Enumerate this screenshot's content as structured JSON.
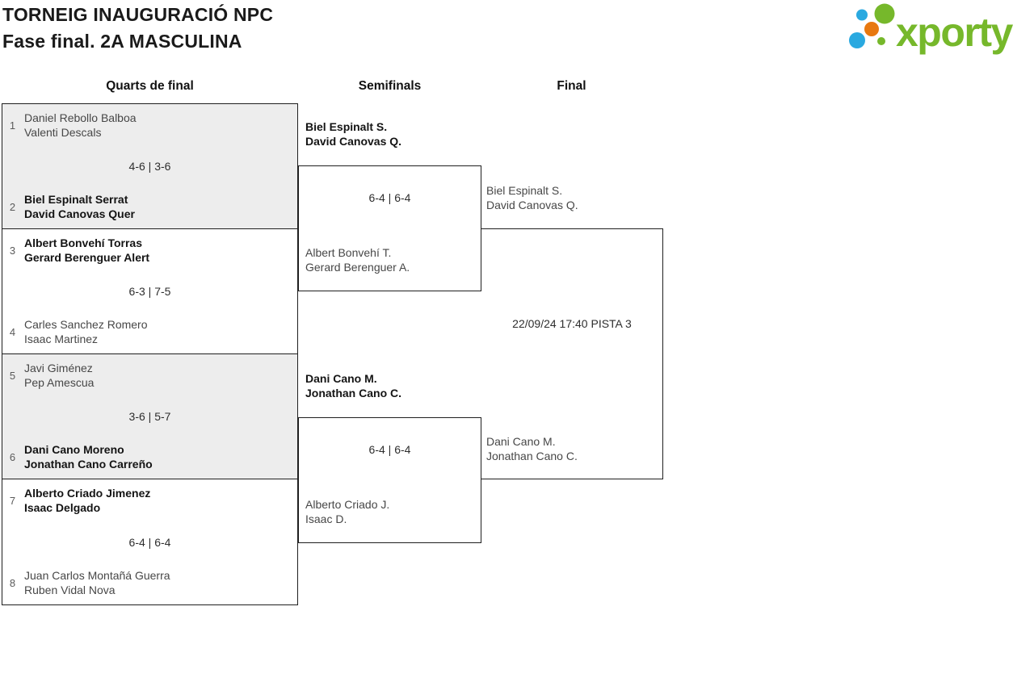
{
  "header": {
    "title_line1": "TORNEIG INAUGURACIÓ NPC",
    "title_line2": "Fase final. 2A MASCULINA",
    "logo": {
      "wordmark": "xporty"
    }
  },
  "round_headers": {
    "quarterfinals": "Quarts de final",
    "semifinals": "Semifinals",
    "final": "Final"
  },
  "colors": {
    "logo_green": "#76b82b",
    "logo_blue": "#2aa9e0",
    "logo_orange": "#e8790f",
    "box_border": "#1f1f1f",
    "shaded_box_bg": "#ededed",
    "winner_text": "#141414",
    "regular_text": "#474747"
  },
  "bracket": {
    "quarterfinals": [
      {
        "seed_top": "1",
        "team_top": {
          "p1": "Daniel Rebollo Balboa",
          "p2": "Valenti Descals",
          "winner": false
        },
        "score": "4-6 | 3-6",
        "seed_bottom": "2",
        "team_bottom": {
          "p1": "Biel Espinalt Serrat",
          "p2": "David Canovas Quer",
          "winner": true
        }
      },
      {
        "seed_top": "3",
        "team_top": {
          "p1": "Albert Bonvehí Torras",
          "p2": "Gerard Berenguer Alert",
          "winner": true
        },
        "score": "6-3 | 7-5",
        "seed_bottom": "4",
        "team_bottom": {
          "p1": "Carles Sanchez Romero",
          "p2": "Isaac Martinez",
          "winner": false
        }
      },
      {
        "seed_top": "5",
        "team_top": {
          "p1": "Javi Giménez",
          "p2": "Pep Amescua",
          "winner": false
        },
        "score": "3-6 | 5-7",
        "seed_bottom": "6",
        "team_bottom": {
          "p1": "Dani Cano Moreno",
          "p2": "Jonathan Cano Carreño",
          "winner": true
        }
      },
      {
        "seed_top": "7",
        "team_top": {
          "p1": "Alberto Criado Jimenez",
          "p2": "Isaac Delgado",
          "winner": true
        },
        "score": "6-4 | 6-4",
        "seed_bottom": "8",
        "team_bottom": {
          "p1": "Juan Carlos Montañá Guerra",
          "p2": "Ruben Vidal Nova",
          "winner": false
        }
      }
    ],
    "semifinals": [
      {
        "team_top": {
          "p1": "Biel Espinalt S.",
          "p2": "David Canovas Q.",
          "winner": true
        },
        "score": "6-4 | 6-4",
        "team_bottom": {
          "p1": "Albert Bonvehí T.",
          "p2": "Gerard Berenguer A.",
          "winner": false
        }
      },
      {
        "team_top": {
          "p1": "Dani Cano M.",
          "p2": "Jonathan Cano C.",
          "winner": true
        },
        "score": "6-4 | 6-4",
        "team_bottom": {
          "p1": "Alberto Criado J.",
          "p2": "Isaac D.",
          "winner": false
        }
      }
    ],
    "final": {
      "team_top": {
        "p1": "Biel Espinalt S.",
        "p2": "David Canovas Q."
      },
      "match_info": "22/09/24 17:40 PISTA 3",
      "team_bottom": {
        "p1": "Dani Cano M.",
        "p2": "Jonathan Cano C."
      }
    }
  }
}
